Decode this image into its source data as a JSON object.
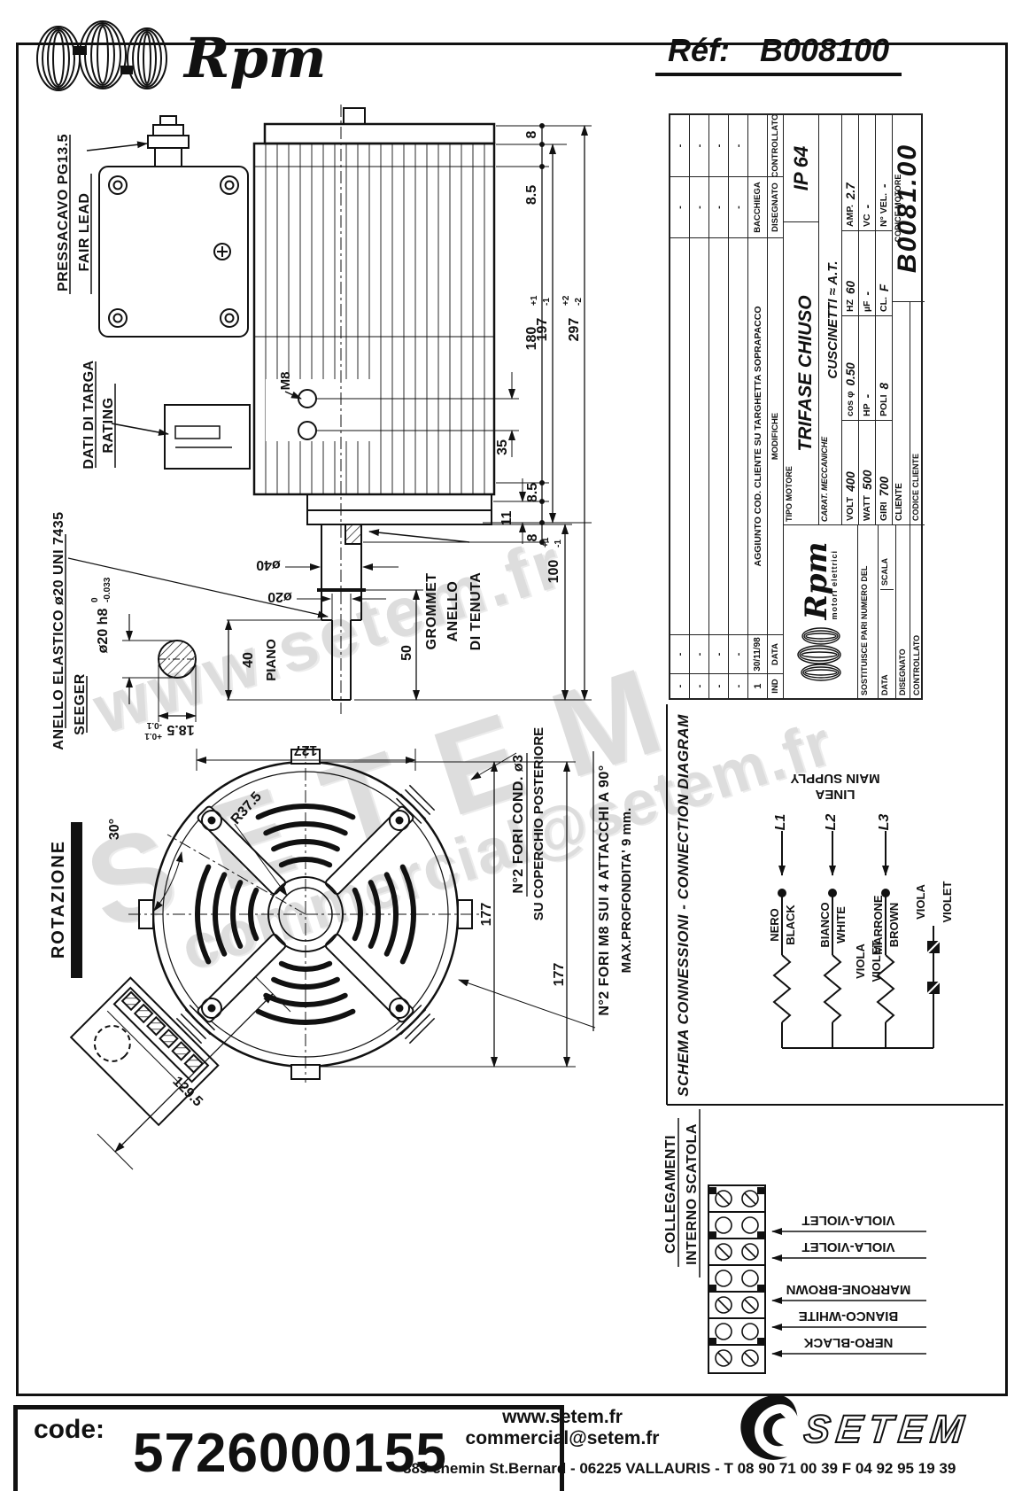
{
  "header": {
    "brand": "Rpm",
    "ref_label": "Réf:",
    "ref_value": "B008100"
  },
  "watermark": {
    "line1": "www.setem.fr",
    "line2": "SETEM",
    "line3": "commercial@setem.fr"
  },
  "side": {
    "pressacavo": "PRESSACAVO PG13.5",
    "fair_lead": "FAIR LEAD",
    "dati_targa": "DATI DI TARGA",
    "rating": "RATING",
    "anello": "ANELLO ELASTICO ø20 UNI 7435",
    "seeger": "SEEGER",
    "m8": "M8",
    "d8a": "8",
    "d85a": "8.5",
    "d180": "180",
    "d197": {
      "v": "197",
      "tp": "+1",
      "tm": "-1"
    },
    "d297": {
      "v": "297",
      "tp": "+2",
      "tm": "-2"
    },
    "d35": "35",
    "d85b": "8.5",
    "d11": "11",
    "d8b": "8",
    "d100": {
      "v": "100",
      "tp": "+1",
      "tm": "-1"
    },
    "d50": "50",
    "d40": "40",
    "piano": "PIANO",
    "dia40": "ø40",
    "dia20": "ø20",
    "grommet1": "GROMMET",
    "grommet2": "ANELLO",
    "grommet3": "DI TENUTA",
    "shaft_tol": {
      "v": "ø20 h8",
      "tp": "0",
      "tm": "-0.033"
    },
    "d185": {
      "v": "18.5",
      "tp": "+0.1",
      "tm": "-0.1"
    }
  },
  "front": {
    "rotazione": "ROTAZIONE",
    "d127": "127",
    "d177a": "177",
    "d177b": "177",
    "r375": "R37.5",
    "angle30": "30°",
    "d1295": "129.5",
    "note1a": "N°2 FORI COND. ø3",
    "note1b": "SU COPERCHIO POSTERIORE",
    "note2a": "N°2 FORI M8 SUI 4 ATTACCHI A 90°",
    "note2b": "MAX.PROFONDITA' 9 mm."
  },
  "title_block": {
    "rev_rows": [
      {
        "ind": "-",
        "date": "-",
        "mod": "",
        "drawn": "-",
        "checked": "-"
      },
      {
        "ind": "-",
        "date": "-",
        "mod": "",
        "drawn": "-",
        "checked": "-"
      },
      {
        "ind": "-",
        "date": "-",
        "mod": "",
        "drawn": "-",
        "checked": "-"
      },
      {
        "ind": "-",
        "date": "-",
        "mod": "",
        "drawn": "-",
        "checked": "-"
      },
      {
        "ind": "1",
        "date": "30/11/98",
        "mod": "AGGIUNTO COD. CLIENTE SU TARGHETTA SOPRAPACCO",
        "drawn": "BACCHIEGA",
        "checked": ""
      }
    ],
    "h_ind": "IND",
    "h_data": "DATA",
    "h_mod": "MODIFICHE",
    "h_dis": "DISEGNATO",
    "h_con": "CONTROLLATO",
    "logo_brand": "Rpm",
    "logo_sub": "motori elettrici",
    "sostituisce": "SOSTITUISCE PARI NUMERO DEL",
    "data_label": "DATA",
    "scala_label": "SCALA",
    "disegnato_label": "DISEGNATO",
    "controllato_label": "CONTROLLATO",
    "tipo_label": "TIPO MOTORE",
    "tipo_value": "TRIFASE CHIUSO",
    "ip": "IP 64",
    "carat_label": "CARAT. MECCANICHE",
    "carat_value": "CUSCINETTI ≈ A.T.",
    "specs": [
      {
        "l1": "VOLT",
        "v1": "400",
        "l2": "cos φ",
        "v2": "0.50",
        "l3": "HZ",
        "v3": "60",
        "l4": "AMP.",
        "v4": "2.7"
      },
      {
        "l1": "WATT",
        "v1": "500",
        "l2": "HP",
        "v2": "-",
        "l3": "µF",
        "v3": "-",
        "l4": "VC",
        "v4": "-"
      },
      {
        "l1": "GIRI",
        "v1": "700",
        "l2": "POLI",
        "v2": "8",
        "l3": "CL.",
        "v3": "F",
        "l4": "N° VEL.",
        "v4": "-"
      }
    ],
    "cliente": "CLIENTE",
    "codice_cliente": "CODICE CLIENTE",
    "codice_motore": "CODICE MOTORE",
    "codice_motore_value": "B0081.00"
  },
  "schema": {
    "title": "SCHEMA CONNESSIONI - CONNECTION DIAGRAM",
    "linea": "LINEA",
    "main_supply": "MAIN SUPPLY",
    "l1": "L1",
    "l2": "L2",
    "l3": "L3",
    "ph1a": "NERO",
    "ph1b": "BLACK",
    "ph2a": "BIANCO",
    "ph2b": "WHITE",
    "ph3a": "MARRONE",
    "ph3b": "BROWN",
    "viola": "VIOLA",
    "violet": "VIOLET"
  },
  "terminal": {
    "title1": "COLLEGAMENTI",
    "title2": "INTERNO SCATOLA",
    "wires": [
      "VIOLA-VIOLET",
      "VIOLA-VIOLET",
      "MARRONE-BROWN",
      "BIANCO-WHITE",
      "NERO-BLACK"
    ]
  },
  "footer": {
    "code_label": "code:",
    "code_value": "5726000155",
    "site": "www.setem.fr",
    "email": "commercial@setem.fr",
    "address": "885 chemin St.Bernard  -  06225 VALLAURIS  -  T 08 90 71 00 39   F 04 92 95 19 39",
    "logo_text": "SETEM"
  }
}
